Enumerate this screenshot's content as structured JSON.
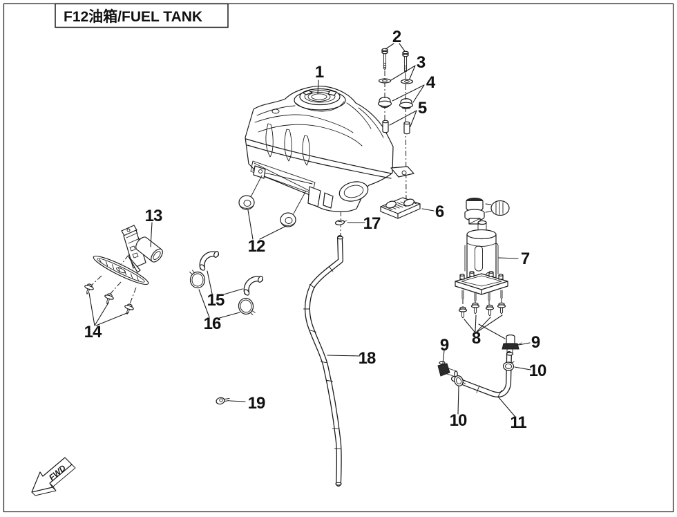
{
  "page": {
    "title": "F12油箱/FUEL TANK",
    "fwd_label": "FWD"
  },
  "colors": {
    "line": "#1a1a1a",
    "background": "#ffffff"
  },
  "callouts": [
    {
      "label": "1",
      "part": "fuel-tank"
    },
    {
      "label": "2",
      "part": "flange-bolt"
    },
    {
      "label": "3",
      "part": "washer"
    },
    {
      "label": "4",
      "part": "rubber-cushion"
    },
    {
      "label": "5",
      "part": "spacer-sleeve"
    },
    {
      "label": "6",
      "part": "mount-plate"
    },
    {
      "label": "7",
      "part": "fuel-pump-assy"
    },
    {
      "label": "8",
      "part": "pump-screw"
    },
    {
      "label": "9",
      "part": "elbow-connector-left"
    },
    {
      "label": "9",
      "part": "elbow-connector-right"
    },
    {
      "label": "10",
      "part": "hose-clamp-left"
    },
    {
      "label": "10",
      "part": "hose-clamp-right"
    },
    {
      "label": "11",
      "part": "fuel-hose"
    },
    {
      "label": "12",
      "part": "mount-grommet"
    },
    {
      "label": "13",
      "part": "fuel-level-sensor"
    },
    {
      "label": "14",
      "part": "sensor-screw"
    },
    {
      "label": "15",
      "part": "rubber-elbow"
    },
    {
      "label": "16",
      "part": "ring-clamp"
    },
    {
      "label": "17",
      "part": "clip"
    },
    {
      "label": "18",
      "part": "vent-hose"
    },
    {
      "label": "19",
      "part": "push-clip"
    }
  ]
}
